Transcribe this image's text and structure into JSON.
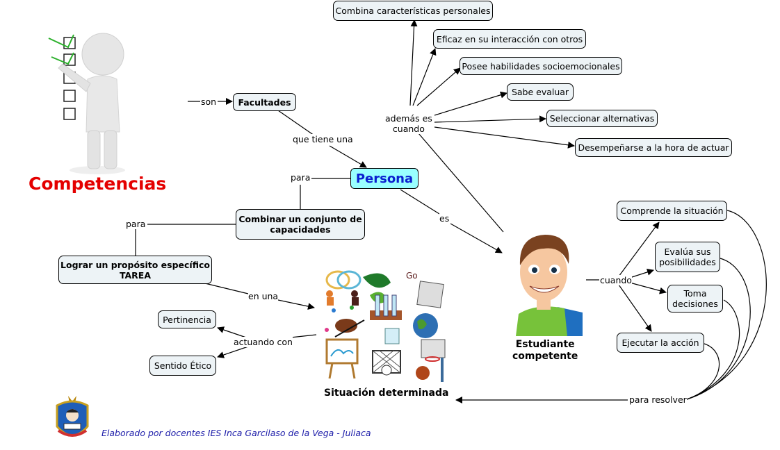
{
  "title": "Competencias",
  "credit": "Elaborado por docentes IES Inca Garcilaso de la Vega - Juliaca",
  "colors": {
    "title": "#e40000",
    "persona_fill": "#99ffff",
    "persona_text": "#0b1fd0",
    "node_fill": "#edf3f6",
    "credit": "#1a1aa8"
  },
  "nodes": {
    "facultades": "Facultades",
    "persona": "Persona",
    "combinar_l1": "Combinar un conjunto de",
    "combinar_l2": "capacidades",
    "lograr_l1": "Lograr un propósito específico",
    "lograr_l2": "TAREA",
    "pertinencia": "Pertinencia",
    "sentido_etico": "Sentido Ético",
    "combina": "Combina características personales",
    "eficaz": "Eficaz en su interacción con otros",
    "posee": "Posee habilidades socioemocionales",
    "sabe_evaluar": "Sabe evaluar",
    "seleccionar": "Seleccionar alternativas",
    "desempenarse": "Desempeñarse a la hora de actuar",
    "comprende": "Comprende la situación",
    "evalua_l1": "Evalúa sus",
    "evalua_l2": "posibilidades",
    "toma_l1": "Toma",
    "toma_l2": "decisiones",
    "ejecutar": "Ejecutar la acción"
  },
  "captions": {
    "situacion": "Situación determinada",
    "estudiante_l1": "Estudiante",
    "estudiante_l2": "competente"
  },
  "link_labels": {
    "son": "son",
    "que_tiene_una": "que tiene una",
    "para_1": "para",
    "para_2": "para",
    "en_una": "en una",
    "actuando_con": "actuando con",
    "ademas_l1": "además es",
    "ademas_l2": "cuando",
    "es": "es",
    "cuando": "cuando",
    "para_resolver": "para resolver"
  },
  "images": {
    "competencias_figure": "3d-figure-with-checklist",
    "situacion_collage": "school-activities-collage",
    "estudiante": "student-with-backpack",
    "school_crest": "ies-inca-garcilaso-crest"
  }
}
